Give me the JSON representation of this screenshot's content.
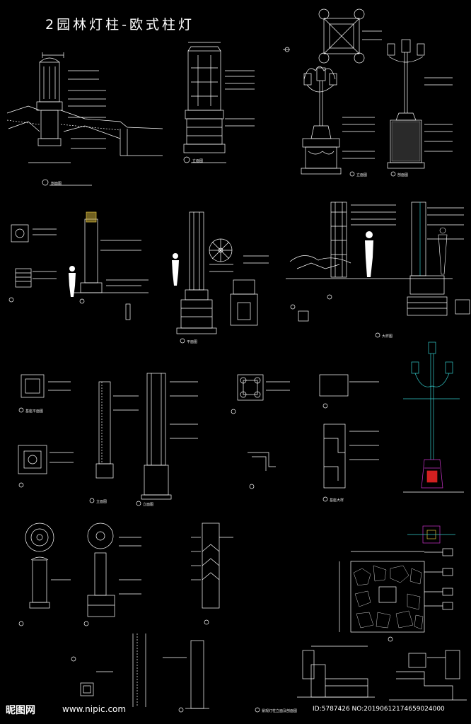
{
  "title": "2园林灯柱-欧式柱灯",
  "watermark": {
    "logo": "昵图网",
    "url": "www.nipic.com",
    "id": "ID:5787426 NO:20190612174659024000"
  },
  "labels": {
    "section_1": "剖面图",
    "elevation": "立面图",
    "elevation_2": "立面图",
    "section_3": "剖面图",
    "plan": "平面图",
    "detail": "大样图",
    "section_plan": "基座平面图",
    "elevation_3": "立面图",
    "elevation_4": "立面图",
    "detail_2": "基座大样",
    "pavement": "景观灯柱立面及剖面图"
  },
  "colors": {
    "background": "#000000",
    "lines": "#ffffff",
    "accent_cyan": "#33cccc",
    "accent_magenta": "#cc33cc",
    "accent_yellow": "#e0c040"
  }
}
